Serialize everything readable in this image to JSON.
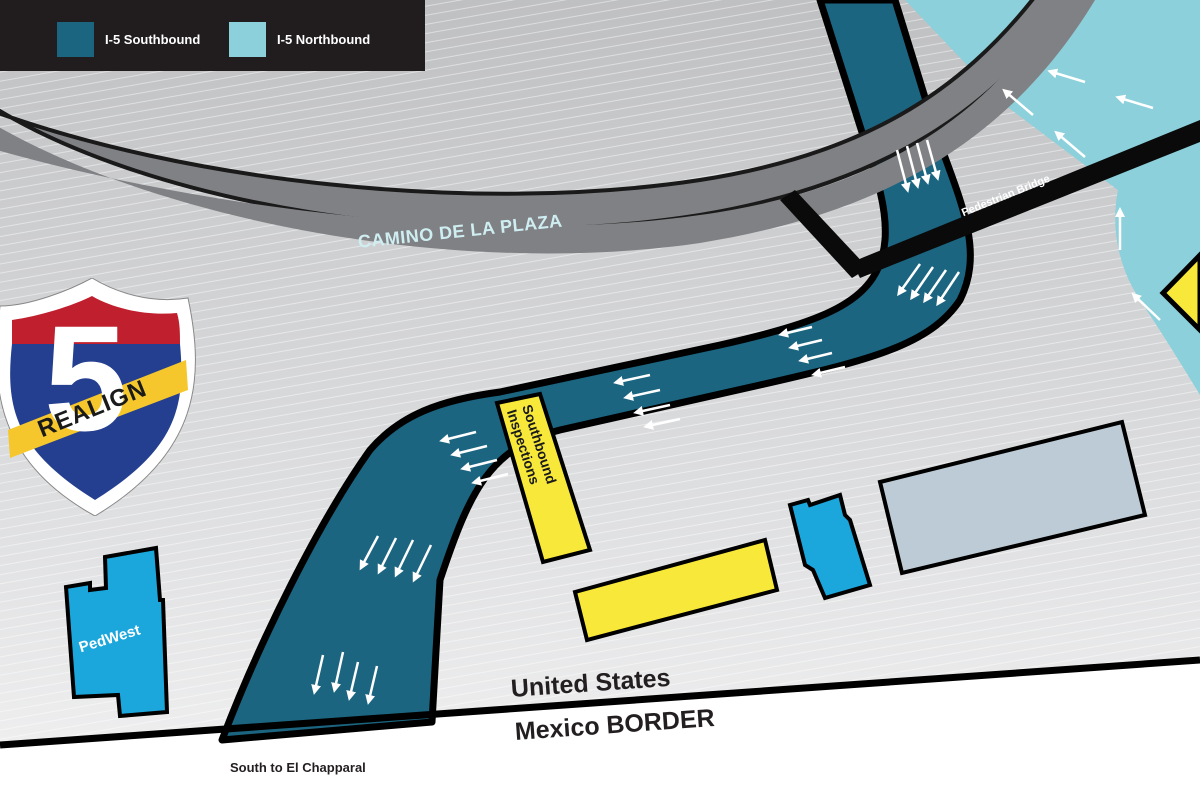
{
  "legend": {
    "items": [
      {
        "label": "I-5 Southbound",
        "color": "#1b6580"
      },
      {
        "label": "I-5 Northbound",
        "color": "#8bd0da"
      }
    ]
  },
  "shield": {
    "number": "5",
    "banner": "REALIGN",
    "colors": {
      "top": "#c0202d",
      "body": "#243f8f",
      "banner": "#f6c72c",
      "outline": "#ffffff"
    }
  },
  "roads": {
    "camino": "CAMINO DE LA PLAZA",
    "pedestrian_bridge": "Pedestrian Bridge"
  },
  "buildings": {
    "southbound_inspections_line1": "Southbound",
    "southbound_inspections_line2": "Inspections",
    "pedwest": "PedWest"
  },
  "border": {
    "us": "United States",
    "mexico": "Mexico BORDER",
    "south_label": "South to El Chapparal"
  },
  "colors": {
    "southbound": "#1b6580",
    "northbound": "#8bd0da",
    "camino_road": "#808184",
    "yellow": "#f7e839",
    "blue_building": "#1ba6dc",
    "grey_building": "#bccbd5",
    "ground": "#d6d7d9"
  }
}
